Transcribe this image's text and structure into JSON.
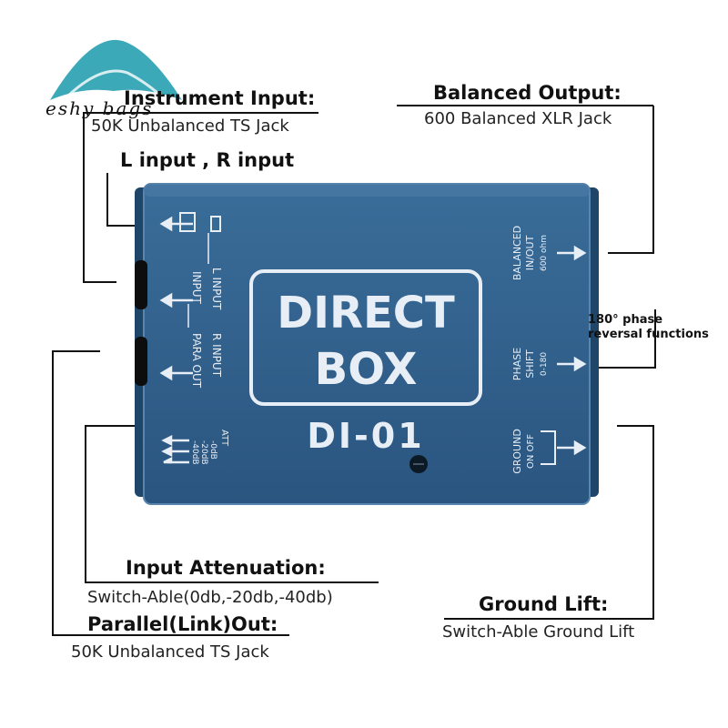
{
  "watermark": {
    "text": "eshy bags"
  },
  "annotations": {
    "instrument_input": {
      "title": "Instrument Input:",
      "subtitle": "50K Unbalanced TS Jack"
    },
    "l_r_input": {
      "title": "L input , R input"
    },
    "balanced_output": {
      "title": "Balanced Output:",
      "subtitle": "600 Balanced XLR Jack"
    },
    "phase_reversal": {
      "text": "180° phase reversal functions"
    },
    "input_attenuation": {
      "title": "Input Attenuation:",
      "subtitle": "Switch-Able(0db,-20db,-40db)"
    },
    "parallel_out": {
      "title": "Parallel(Link)Out:",
      "subtitle": "50K Unbalanced TS Jack"
    },
    "ground_lift": {
      "title": "Ground Lift:",
      "subtitle": "Switch-Able Ground Lift"
    }
  },
  "device": {
    "title_line1": "DIRECT",
    "title_line2": "BOX",
    "model": "DI-01",
    "left_labels": {
      "l_input": "L INPUT",
      "r_input": "R INPUT",
      "input": "INPUT",
      "para_out": "PARA OUT",
      "att": "ATT",
      "att_0": "-0dB",
      "att_20": "-20dB",
      "att_40": "-40dB"
    },
    "right_labels": {
      "balanced": "BALANCED",
      "in_out": "IN/OUT",
      "ohm": "600 ohm",
      "phase": "PHASE",
      "shift": "SHIFT",
      "angles": "0-180",
      "ground": "GROUND",
      "on_off": "ON  OFF"
    },
    "colors": {
      "body": "#2f5f8a",
      "body_dark": "#1f4668",
      "text": "#e8eef6",
      "edge": "#5a85ad"
    }
  }
}
